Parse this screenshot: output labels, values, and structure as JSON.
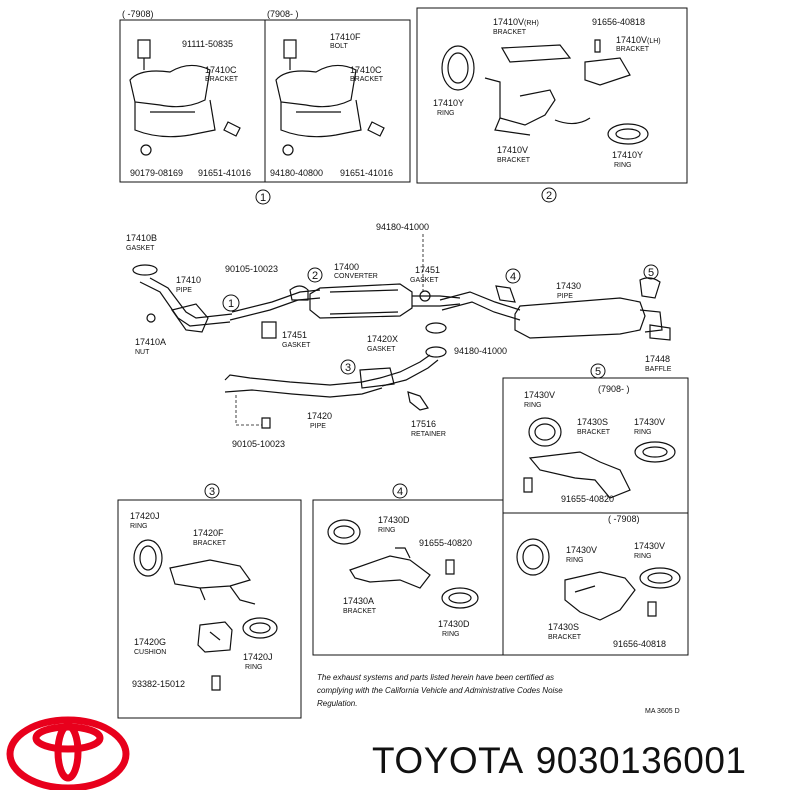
{
  "diagram": {
    "panel1": {
      "left_header": "(     -7908)",
      "right_header": "(7908-      )",
      "callout": "1",
      "left_parts": [
        {
          "num": "91111-50835",
          "desc": ""
        },
        {
          "num": "17410C",
          "desc": "BRACKET"
        },
        {
          "num": "90179-08169",
          "desc": ""
        },
        {
          "num": "91651-41016",
          "desc": ""
        }
      ],
      "right_parts": [
        {
          "num": "17410F",
          "desc": "BOLT"
        },
        {
          "num": "17410C",
          "desc": "BRACKET"
        },
        {
          "num": "94180-40800",
          "desc": ""
        },
        {
          "num": "91651-41016",
          "desc": ""
        }
      ]
    },
    "panel2": {
      "callout": "2",
      "parts": [
        {
          "num": "17410V",
          "suffix": "(RH)",
          "desc": "BRACKET"
        },
        {
          "num": "91656-40818",
          "desc": ""
        },
        {
          "num": "17410V",
          "suffix": "(LH)",
          "desc": "BRACKET"
        },
        {
          "num": "17410Y",
          "desc": "RING"
        },
        {
          "num": "17410V",
          "desc": "BRACKET"
        },
        {
          "num": "17410Y",
          "desc": "RING"
        }
      ]
    },
    "main": {
      "parts": [
        {
          "num": "17410B",
          "desc": "GASKET"
        },
        {
          "num": "17410",
          "desc": "PIPE"
        },
        {
          "num": "17410A",
          "desc": "NUT"
        },
        {
          "num": "90105-10023",
          "desc": ""
        },
        {
          "num": "94180-41000",
          "desc": ""
        },
        {
          "num": "17400",
          "desc": "CONVERTER"
        },
        {
          "num": "17451",
          "desc": "GASKET"
        },
        {
          "num": "17451",
          "desc": "GASKET"
        },
        {
          "num": "17420X",
          "desc": "GASKET"
        },
        {
          "num": "94180-41000",
          "desc": ""
        },
        {
          "num": "17430",
          "desc": "PIPE"
        },
        {
          "num": "17448",
          "desc": "BAFFLE"
        },
        {
          "num": "17420",
          "desc": "PIPE"
        },
        {
          "num": "90105-10023",
          "desc": ""
        },
        {
          "num": "17516",
          "desc": "RETAINER"
        }
      ],
      "callouts": [
        "1",
        "2",
        "3",
        "4",
        "5"
      ]
    },
    "panel5": {
      "header": "(7908-      )",
      "callout": "5",
      "parts": [
        {
          "num": "17430V",
          "desc": "RING"
        },
        {
          "num": "17430S",
          "desc": "BRACKET"
        },
        {
          "num": "17430V",
          "desc": "RING"
        },
        {
          "num": "91655-40820",
          "desc": ""
        }
      ]
    },
    "panel5b": {
      "header": "(     -7908)",
      "parts": [
        {
          "num": "17430V",
          "desc": "RING"
        },
        {
          "num": "17430V",
          "desc": "RING"
        },
        {
          "num": "17430S",
          "desc": "BRACKET"
        },
        {
          "num": "91656-40818",
          "desc": ""
        }
      ]
    },
    "panel3": {
      "callout": "3",
      "parts": [
        {
          "num": "17420J",
          "desc": "RING"
        },
        {
          "num": "17420F",
          "desc": "BRACKET"
        },
        {
          "num": "17420G",
          "desc": "CUSHION"
        },
        {
          "num": "17420J",
          "desc": "RING"
        },
        {
          "num": "93382-15012",
          "desc": ""
        }
      ]
    },
    "panel4": {
      "callout": "4",
      "parts": [
        {
          "num": "17430D",
          "desc": "RING"
        },
        {
          "num": "91655-40820",
          "desc": ""
        },
        {
          "num": "17430A",
          "desc": "BRACKET"
        },
        {
          "num": "17430D",
          "desc": "RING"
        }
      ]
    },
    "note": [
      "The exhaust systems and parts listed herein have been certified as",
      "complying with the California Vehicle and Administrative Codes Noise",
      "Regulation."
    ],
    "ref_code": "MA 3605 D"
  },
  "brand": {
    "name": "TOYOTA",
    "part_number": "9030136001",
    "logo_color": "#e8001c"
  }
}
